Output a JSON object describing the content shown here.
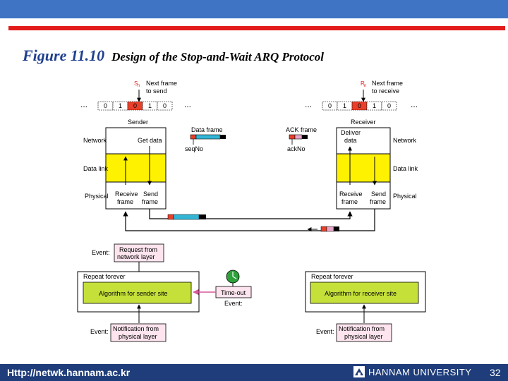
{
  "slide": {
    "figure_number": "Figure 11.10",
    "figure_title": "Design of the Stop-and-Wait ARQ Protocol",
    "footer_url": "Http://netwk.hannam.ac.kr",
    "university": "HANNAM UNIVERSITY",
    "page_number": "32"
  },
  "colors": {
    "top_bar": "#3f73c3",
    "accent_line": "#e31b1b",
    "layer_yellow": "#fff200",
    "algorithm_green": "#c6e03a",
    "frame_red": "#e8402b",
    "frame_cyan": "#33b6d6",
    "ack_pink": "#e7a6c8",
    "footer": "#1f3d7a"
  },
  "sender": {
    "pointer_symbol": "S",
    "pointer_subscript": "n",
    "pointer_text_1": "Next frame",
    "pointer_text_2": "to send",
    "sequence": [
      "0",
      "1",
      "0",
      "1",
      "0"
    ],
    "highlighted_index": 2,
    "ellipsis": "...",
    "box_title": "Sender",
    "network_label": "Network",
    "data_link_label": "Data link",
    "physical_label": "Physical",
    "get_data": "Get data",
    "receive_frame_1": "Receive",
    "receive_frame_2": "frame",
    "send_frame_1": "Send",
    "send_frame_2": "frame"
  },
  "receiver": {
    "pointer_symbol": "R",
    "pointer_subscript": "n",
    "pointer_text_1": "Next frame",
    "pointer_text_2": "to receive",
    "sequence": [
      "0",
      "1",
      "0",
      "1",
      "0"
    ],
    "highlighted_index": 2,
    "ellipsis": "...",
    "box_title": "Receiver",
    "network_label": "Network",
    "data_link_label": "Data link",
    "physical_label": "Physical",
    "deliver_data_1": "Deliver",
    "deliver_data_2": "data",
    "receive_frame_1": "Receive",
    "receive_frame_2": "frame",
    "send_frame_1": "Send",
    "send_frame_2": "frame"
  },
  "frames": {
    "data_frame_label": "Data frame",
    "seq_label": "seqNo",
    "ack_frame_label": "ACK frame",
    "ack_no_label": "ackNo"
  },
  "sender_site": {
    "event_label": "Event:",
    "request_1": "Request from",
    "request_2": "network layer",
    "repeat_label": "Repeat forever",
    "algorithm": "Algorithm for sender site",
    "notification_1": "Notification from",
    "notification_2": "physical layer"
  },
  "timer": {
    "timeout_label": "Time-out",
    "event_label": "Event:"
  },
  "receiver_site": {
    "repeat_label": "Repeat forever",
    "algorithm": "Algorithm for receiver site",
    "event_label": "Event:",
    "notification_1": "Notification from",
    "notification_2": "physical layer"
  }
}
